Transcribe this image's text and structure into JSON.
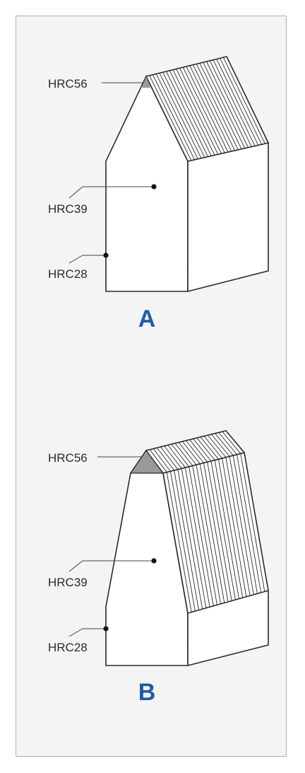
{
  "colors": {
    "panel_background": "#f4f4f4",
    "panel_border": "#9bb9d4",
    "outline": "#2a2a2a",
    "hardened_tip": "#9a9a9a",
    "letter": "#1f5ca6"
  },
  "figure_a": {
    "letter": "A",
    "labels": {
      "tip": "HRC56",
      "middle": "HRC39",
      "base": "HRC28"
    }
  },
  "figure_b": {
    "letter": "B",
    "labels": {
      "tip": "HRC56",
      "middle": "HRC39",
      "base": "HRC28"
    }
  }
}
